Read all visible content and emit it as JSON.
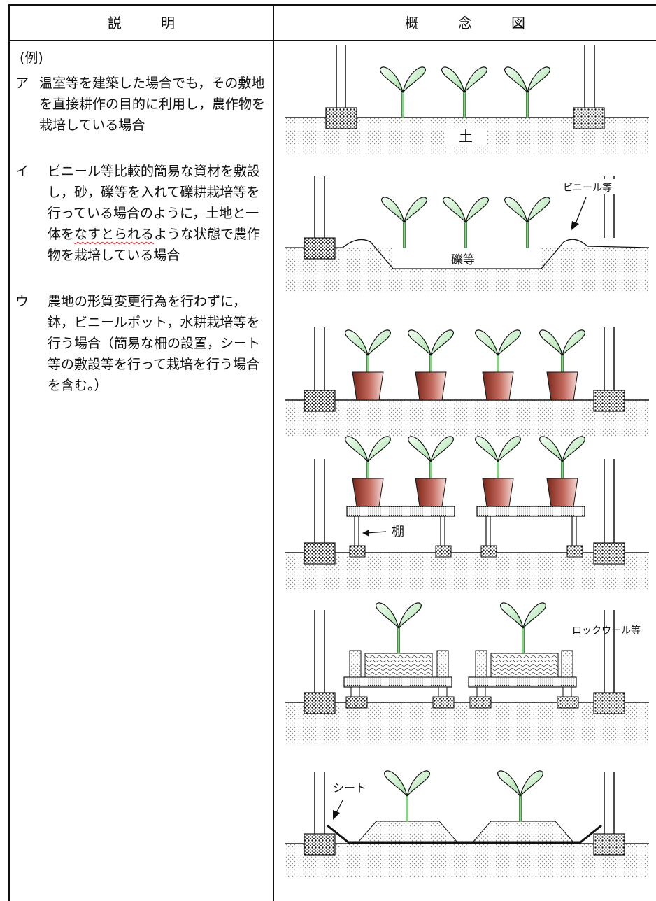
{
  "header": {
    "left_title_chars": [
      "説",
      "明"
    ],
    "right_title_chars": [
      "概",
      "念",
      "図"
    ]
  },
  "description": {
    "example_label": "(例)",
    "items": [
      {
        "mark": "ア",
        "text": "温室等を建築した場合でも，その敷地を直接耕作の目的に利用し，農作物を栽培している場合"
      },
      {
        "mark": "イ",
        "text_before": "ビニール等比較的簡易な資材を敷設し，砂，礫等を入れて礫耕栽培等を行っている場合のように，土地と一体を",
        "text_wavy": "なすとられる",
        "text_after": "ような状態で農作物を栽培している場合"
      },
      {
        "mark": "ウ",
        "text": "農地の形質変更行為を行わずに，鉢，ビニールポット，水耕栽培等を行う場合（簡易な柵の設置，シート等の敷設等を行って栽培を行う場合を含む。）"
      }
    ]
  },
  "diagram_labels": {
    "soil": "土",
    "vinyl": "ビニール等",
    "gravel": "礫等",
    "shelf": "棚",
    "rockwool": "ロックウール等",
    "sheet": "シート"
  },
  "colors": {
    "leaf_fill": "#d6f2d6",
    "pot_fill": "#9a3a2e",
    "soil_dot": "#8a8a8a"
  }
}
